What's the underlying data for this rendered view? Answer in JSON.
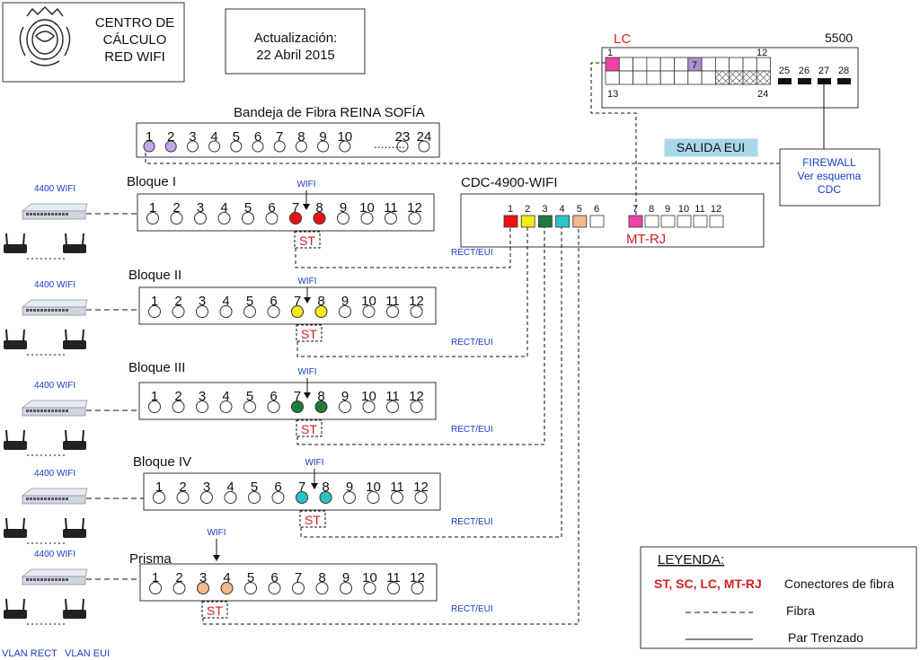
{
  "header": {
    "title_lines": [
      "CENTRO DE",
      "CÁLCULO",
      "RED WIFI"
    ],
    "update_lines": [
      "Actualización:",
      "22 Abril 2015"
    ]
  },
  "fiber_tray": {
    "title": "Bandeja de Fibra REINA SOFÍA",
    "ports_left": [
      "1",
      "2",
      "3",
      "4",
      "5",
      "6",
      "7",
      "8",
      "9",
      "10"
    ],
    "ports_right": [
      "23",
      "24"
    ],
    "used_ports": [
      "1",
      "2"
    ]
  },
  "switch_5500": {
    "model": "5500",
    "lc_label": "LC",
    "top_row_first": "1",
    "top_row_last": "12",
    "bottom_row_first": "13",
    "bottom_row_last": "24",
    "port_7": "7",
    "extra_ports": [
      "25",
      "26",
      "27",
      "28"
    ]
  },
  "salida": {
    "label": "SALIDA EUI"
  },
  "firewall": {
    "lines": [
      "FIREWALL",
      "Ver esquema",
      "CDC"
    ]
  },
  "cdc": {
    "title": "CDC-4900-WIFI",
    "ports_left": [
      "1",
      "2",
      "3",
      "4",
      "5",
      "6"
    ],
    "ports_right": [
      "7",
      "8",
      "9",
      "10",
      "11",
      "12"
    ],
    "mtrj_label": "MT-RJ"
  },
  "panel_ports": [
    "1",
    "2",
    "3",
    "4",
    "5",
    "6",
    "7",
    "8",
    "9",
    "10",
    "11",
    "12"
  ],
  "blocks": [
    {
      "name": "Bloque I",
      "device": "4400 WIFI",
      "wifi": "WIFI",
      "connector": "ST",
      "link": "RECT/EUI",
      "color": "#ee1111",
      "active": [
        "7",
        "8"
      ]
    },
    {
      "name": "Bloque II",
      "device": "4400 WIFI",
      "wifi": "WIFI",
      "connector": "ST",
      "link": "RECT/EUI",
      "color": "#f5ea18",
      "active": [
        "7",
        "8"
      ]
    },
    {
      "name": "Bloque III",
      "device": "4400 WIFI",
      "wifi": "WIFI",
      "connector": "ST",
      "link": "RECT/EUI",
      "color": "#1e7a3a",
      "active": [
        "7",
        "8"
      ]
    },
    {
      "name": "Bloque IV",
      "device": "4400 WIFI",
      "wifi": "WIFI",
      "connector": "ST",
      "link": "RECT/EUI",
      "color": "#2bc4c4",
      "active": [
        "7",
        "8"
      ]
    },
    {
      "name": "Prisma",
      "device": "4400 WIFI",
      "wifi": "WIFI",
      "connector": "ST",
      "link": "RECT/EUI",
      "color": "#f2b888",
      "active": [
        "3",
        "4"
      ]
    }
  ],
  "cdc_port_colors": [
    "#ee1111",
    "#f5ea18",
    "#1e7a3a",
    "#2bc4c4",
    "#f2b888"
  ],
  "lc_port_color": "#ee44aa",
  "port7_5500_color": "#a892c8",
  "tray_used_color": "#c4a8e8",
  "vlan_labels": [
    "VLAN RECT",
    "VLAN EUI"
  ],
  "legend": {
    "title": "LEYENDA:",
    "connectors": "ST, SC, LC, MT-RJ",
    "connectors_desc": "Conectores de fibra",
    "fiber": "Fibra",
    "twisted": "Par Trenzado"
  }
}
